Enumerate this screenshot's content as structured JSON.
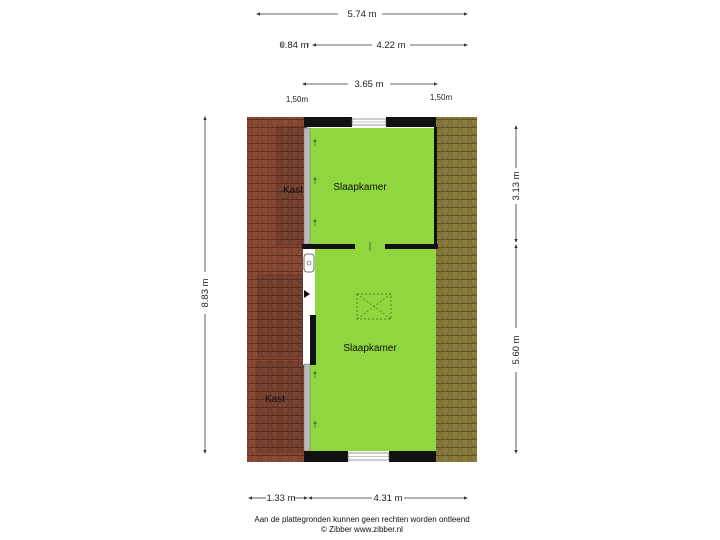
{
  "dimensions": {
    "top_total": "5.74 m",
    "top_left": "0.84 m",
    "top_right": "4.22 m",
    "top_inner": "3.65 m",
    "height_left_marker": "1,50m",
    "height_right_marker": "1,50m",
    "left_total": "8.83 m",
    "right_upper": "3.13 m",
    "right_lower": "5.60 m",
    "bottom_left": "1.33 m",
    "bottom_right": "4.31 m"
  },
  "rooms": {
    "bedroom_top": "Slaapkamer",
    "bedroom_bottom": "Slaapkamer",
    "closet_top": "Kast",
    "closet_bottom": "Kast"
  },
  "footer": {
    "line1": "Aan de plattegronden kunnen geen rechten worden ontleend",
    "line2": "© Zibber www.zibber.nl"
  },
  "colors": {
    "room_fill": "#8fd63f",
    "roof_brown": "#8b4a36",
    "roof_olive": "#8a7a3c",
    "wall": "#111111"
  }
}
